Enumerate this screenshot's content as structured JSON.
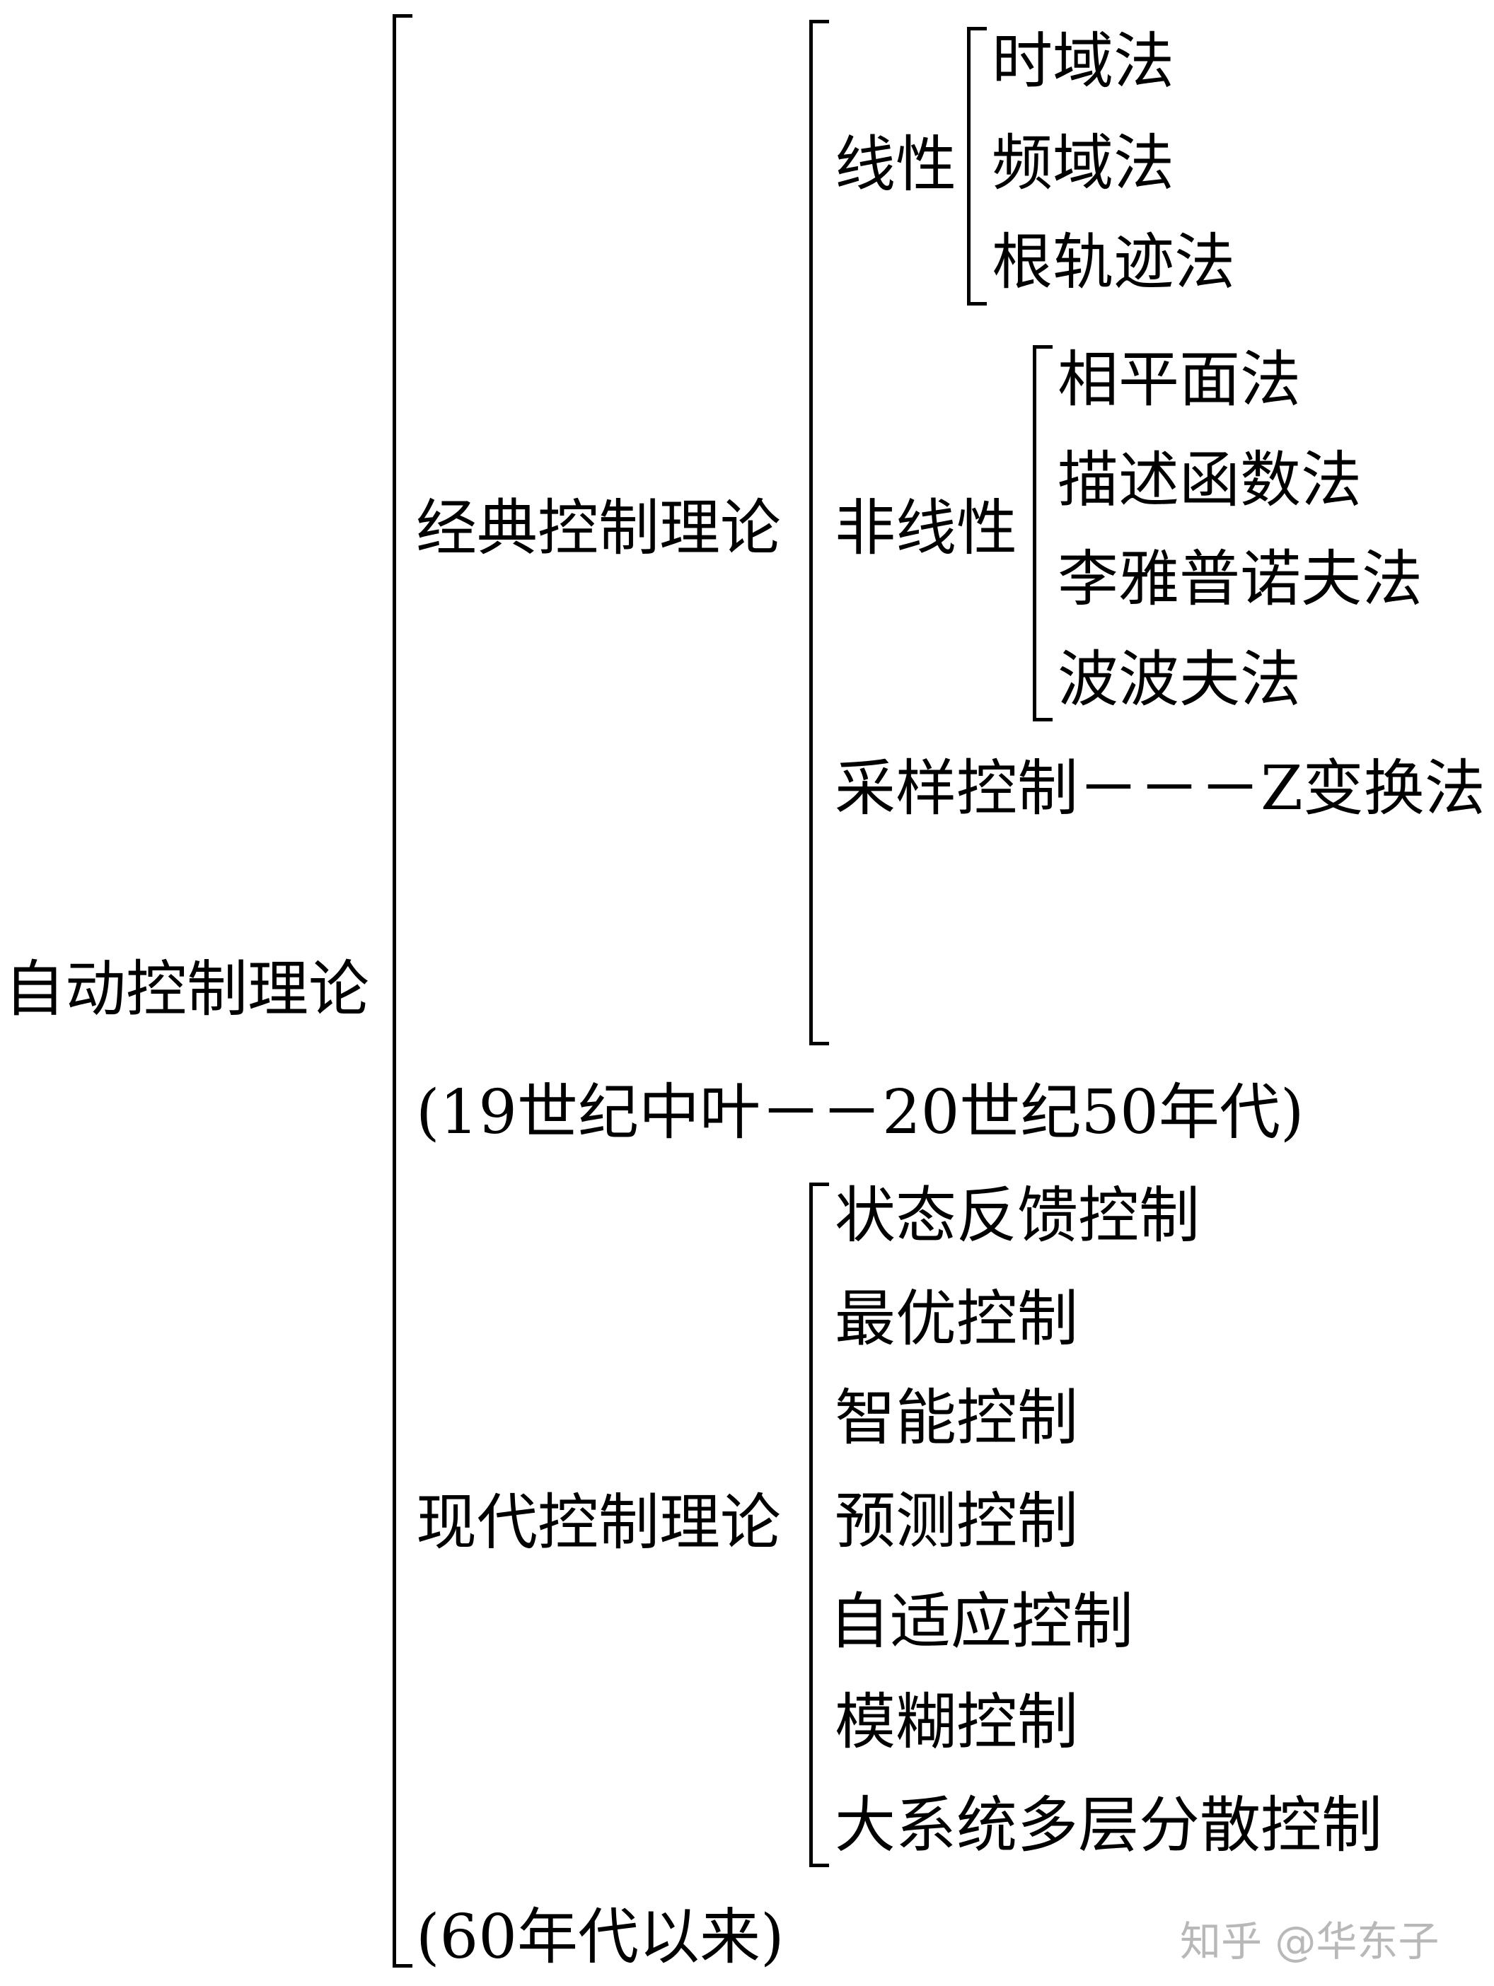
{
  "root": {
    "label": "自动控制理论",
    "classical": {
      "label": "经典控制理论",
      "period": "(19世纪中叶－－20世纪50年代)",
      "linear": {
        "label": "线性",
        "methods": [
          "时域法",
          "频域法",
          "根轨迹法"
        ]
      },
      "nonlinear": {
        "label": "非线性",
        "methods": [
          "相平面法",
          "描述函数法",
          "李雅普诺夫法",
          "波波夫法"
        ]
      },
      "sampling": "采样控制－－－Z变换法"
    },
    "modern": {
      "label": "现代控制理论",
      "period": "(60年代以来)",
      "methods": [
        "状态反馈控制",
        "最优控制",
        "智能控制",
        "预测控制",
        "自适应控制",
        "模糊控制",
        "大系统多层分散控制"
      ]
    }
  },
  "watermark": "知乎 @华东子"
}
